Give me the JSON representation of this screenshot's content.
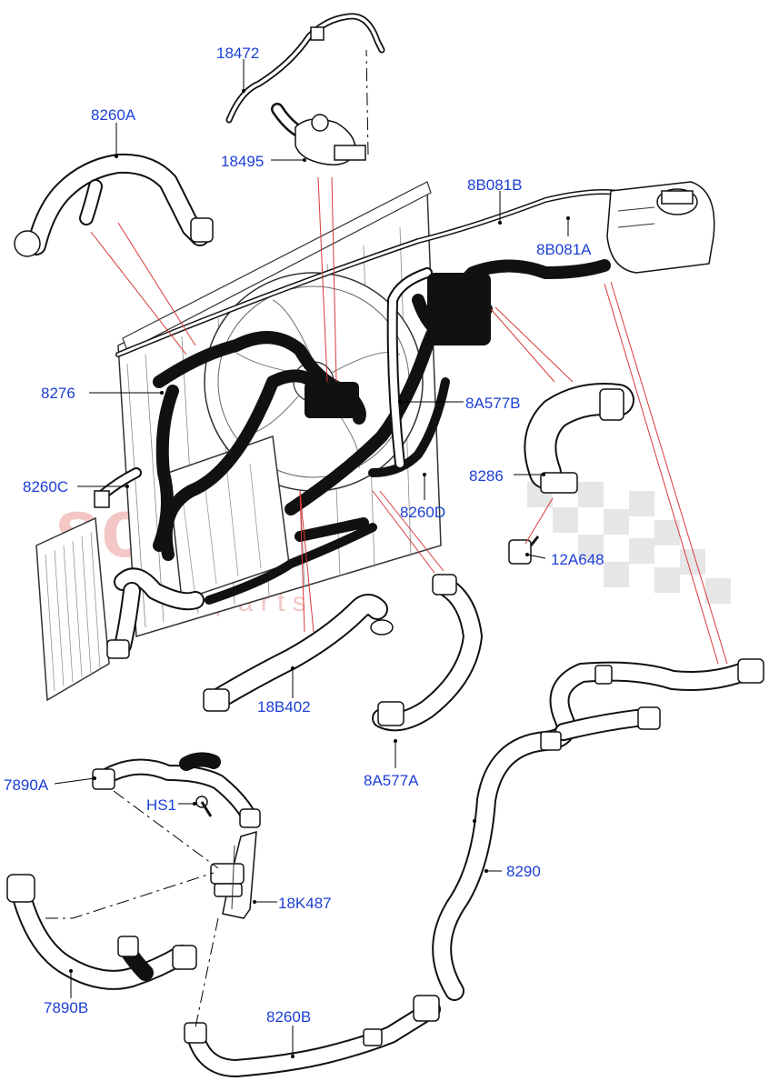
{
  "watermark": {
    "brand": "scuderia",
    "sub": "c a r   p a r t s"
  },
  "callouts": {
    "c18472": "18472",
    "c8260A": "8260A",
    "c18495": "18495",
    "c8B081B": "8B081B",
    "c8B081A": "8B081A",
    "c8276": "8276",
    "c8A577B": "8A577B",
    "c8286": "8286",
    "c8260C": "8260C",
    "c8260D": "8260D",
    "c12A648": "12A648",
    "c18B402": "18B402",
    "c8A577A": "8A577A",
    "c7890A": "7890A",
    "cHS1": "HS1",
    "c8290": "8290",
    "c18K487": "18K487",
    "c7890B": "7890B",
    "c8260B": "8260B"
  },
  "colors": {
    "callout_text": "#1c3fd6",
    "leader_red": "#d83a3a",
    "watermark": "#f4c6c6",
    "line_art": "#111111"
  }
}
